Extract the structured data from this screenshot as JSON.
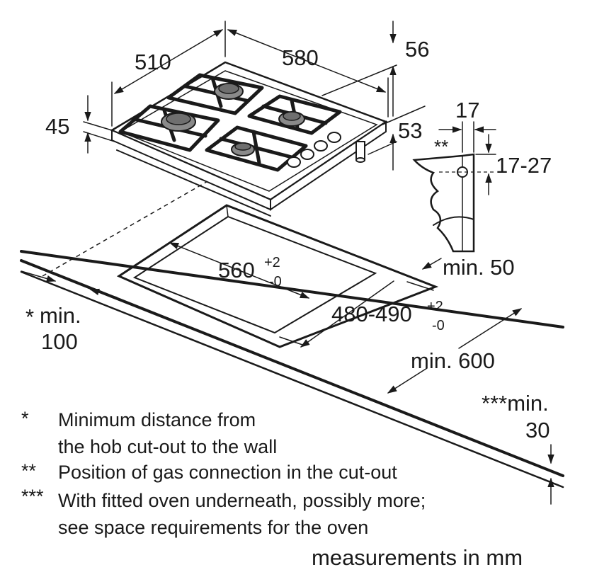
{
  "dimensions": {
    "hob_depth": "510",
    "hob_width": "580",
    "hob_height_left": "45",
    "dim_56": "56",
    "dim_53": "53",
    "dim_17": "17",
    "gas_marker": "**",
    "dim_17_27": "17-27",
    "min_50": "min. 50",
    "cutout_width": "560",
    "cutout_width_tol_plus": "+2",
    "cutout_width_tol_minus": "-0",
    "cutout_depth": "480-490",
    "cutout_depth_tol_plus": "+2",
    "cutout_depth_tol_minus": "-0",
    "wall_marker": "*",
    "min_100_line1": "min.",
    "min_100_line2": "100",
    "min_600": "min. 600",
    "oven_marker": "***min.",
    "oven_value": "30"
  },
  "notes": [
    {
      "marker": "*",
      "lines": [
        "Minimum distance from",
        "the hob cut-out to the wall"
      ]
    },
    {
      "marker": "**",
      "lines": [
        "Position of gas connection in the cut-out"
      ]
    },
    {
      "marker": "***",
      "lines": [
        "With fitted oven underneath, possibly more;",
        "see space requirements for the oven"
      ]
    }
  ],
  "units_note": "measurements in mm"
}
